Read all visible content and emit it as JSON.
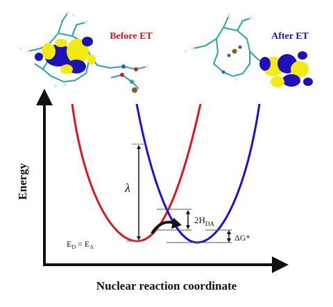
{
  "labels": {
    "before": "Before ET",
    "after": "After ET",
    "y_axis": "Energy",
    "x_axis": "Nuclear reaction coordinate",
    "lambda": "λ",
    "hda_main": "2H",
    "hda_sub": "DA",
    "dg": "ΔG*",
    "ed_e": "E",
    "ed_d_sub": "D",
    "ed_eq": " = E",
    "ed_a_sub": "A"
  },
  "colors": {
    "donor_curve": "#e0141e",
    "acceptor_curve": "#1a0fd6",
    "before_label": "#d3171f",
    "after_label": "#1e12c8",
    "axis": "#111111",
    "orbital_yellow": "#f2ea12",
    "orbital_blue": "#1c12b8",
    "molecule_teal": "#2aa3a0"
  }
}
